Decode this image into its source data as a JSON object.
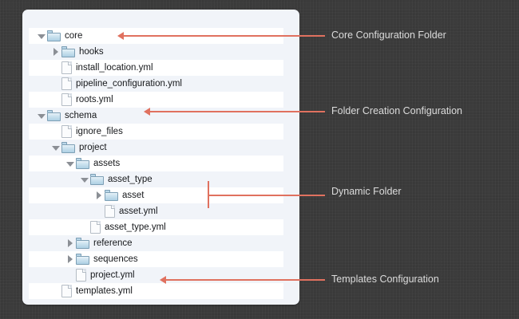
{
  "theme": {
    "backdrop_color": "#3a3a3a",
    "panel_color": "#f1f4f9",
    "row_stripe_color": "#ffffff",
    "annotation_color": "#e0715f",
    "annotation_text_color": "#dcdcdc",
    "folder_icon_color": "#aed0e4",
    "text_color": "#16181b"
  },
  "tree": {
    "nodes": [
      {
        "label": "core",
        "type": "folder",
        "depth": 0,
        "state": "expanded"
      },
      {
        "label": "hooks",
        "type": "folder",
        "depth": 1,
        "state": "collapsed"
      },
      {
        "label": "install_location.yml",
        "type": "file",
        "depth": 1,
        "state": "none"
      },
      {
        "label": "pipeline_configuration.yml",
        "type": "file",
        "depth": 1,
        "state": "none"
      },
      {
        "label": "roots.yml",
        "type": "file",
        "depth": 1,
        "state": "none"
      },
      {
        "label": "schema",
        "type": "folder",
        "depth": 0,
        "state": "expanded"
      },
      {
        "label": "ignore_files",
        "type": "file",
        "depth": 1,
        "state": "none"
      },
      {
        "label": "project",
        "type": "folder",
        "depth": 1,
        "state": "expanded"
      },
      {
        "label": "assets",
        "type": "folder",
        "depth": 2,
        "state": "expanded"
      },
      {
        "label": "asset_type",
        "type": "folder",
        "depth": 3,
        "state": "expanded"
      },
      {
        "label": "asset",
        "type": "folder",
        "depth": 4,
        "state": "collapsed"
      },
      {
        "label": "asset.yml",
        "type": "file",
        "depth": 4,
        "state": "none"
      },
      {
        "label": "asset_type.yml",
        "type": "file",
        "depth": 3,
        "state": "none"
      },
      {
        "label": "reference",
        "type": "folder",
        "depth": 2,
        "state": "collapsed"
      },
      {
        "label": "sequences",
        "type": "folder",
        "depth": 2,
        "state": "collapsed"
      },
      {
        "label": "project.yml",
        "type": "file",
        "depth": 2,
        "state": "none"
      },
      {
        "label": "templates.yml",
        "type": "file",
        "depth": 1,
        "state": "none"
      }
    ]
  },
  "annotations": [
    {
      "label": "Core Configuration Folder",
      "target": "core"
    },
    {
      "label": "Folder Creation Configuration",
      "target": "schema"
    },
    {
      "label": "Dynamic Folder",
      "target": "asset / asset.yml"
    },
    {
      "label": "Templates Configuration",
      "target": "templates.yml"
    }
  ]
}
